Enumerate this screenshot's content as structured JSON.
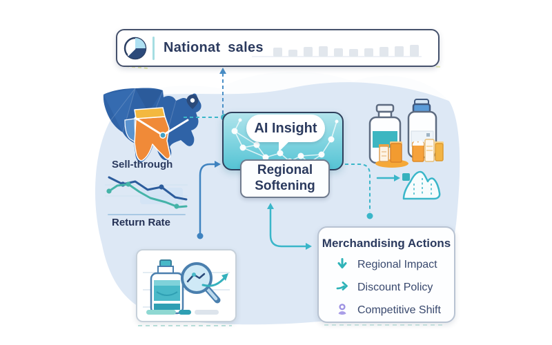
{
  "header": {
    "title": "Nationat sales",
    "icon": "pie-chart-icon",
    "mini_bar_heights": [
      13,
      10,
      14,
      15,
      12,
      11,
      12,
      14,
      15,
      17
    ]
  },
  "left_panel": {
    "sell_through_label": "Sell-through",
    "return_rate_label": "Return Rate"
  },
  "trend": {
    "series": [
      {
        "name": "sell-through",
        "color": "#2c5c9c",
        "points": [
          [
            158,
            257
          ],
          [
            178,
            267
          ],
          [
            196,
            263
          ],
          [
            214,
            275
          ],
          [
            234,
            271
          ],
          [
            254,
            286
          ],
          [
            270,
            289
          ]
        ],
        "dots": [
          [
            178,
            267
          ],
          [
            234,
            271
          ]
        ]
      },
      {
        "name": "return-rate",
        "color": "#45b3a8",
        "points": [
          [
            158,
            277
          ],
          [
            170,
            269
          ],
          [
            186,
            267
          ],
          [
            202,
            278
          ],
          [
            218,
            287
          ],
          [
            240,
            293
          ],
          [
            258,
            300
          ],
          [
            270,
            299
          ]
        ],
        "dots": [
          [
            158,
            277
          ],
          [
            186,
            267
          ],
          [
            256,
            299
          ]
        ]
      }
    ]
  },
  "ai": {
    "bubble_label": "AI Insight",
    "status_label": "Regional Softening"
  },
  "actions": {
    "title": "Merchandising Actions",
    "items": [
      {
        "icon": "arrow-down-icon",
        "label": "Regional Impact",
        "color": "#2fb3b8"
      },
      {
        "icon": "arrow-right-icon",
        "label": "Discount Policy",
        "color": "#2fb3b8"
      },
      {
        "icon": "person-icon",
        "label": "Competitive Shift",
        "color": "#9d92e2"
      }
    ]
  },
  "colors": {
    "navy_text": "#2b3a5e",
    "teal_accent": "#3ab6c9",
    "blue_connector": "#3f83c0",
    "map_blue": "#2f63a7",
    "map_orange": "#f08a38",
    "map_yellow": "#f3b83f",
    "map_light_state": "#5b93cf",
    "blob_blue": "#dde8f5",
    "purple_icon": "#9d92e2",
    "bar_gray": "#e2e7ed"
  }
}
